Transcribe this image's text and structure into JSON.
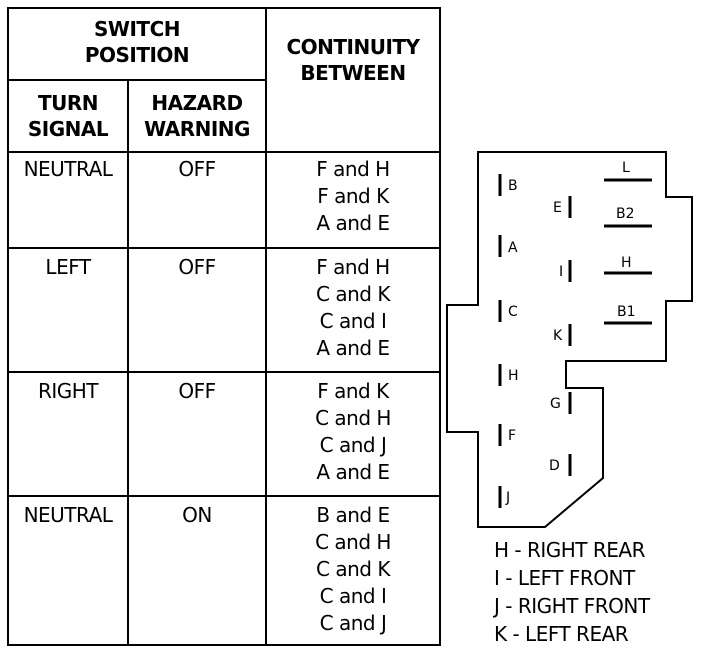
{
  "table": {
    "header": {
      "switch_position": "SWITCH\nPOSITION",
      "turn_signal": "TURN\nSIGNAL",
      "hazard_warning": "HAZARD\nWARNING",
      "continuity": "CONTINUITY\nBETWEEN"
    },
    "rows": [
      {
        "turn": "NEUTRAL",
        "hazard": "OFF",
        "continuity": "F and H\nF and K\nA and E"
      },
      {
        "turn": "LEFT",
        "hazard": "OFF",
        "continuity": "F and H\nC and K\nC and I\nA and E"
      },
      {
        "turn": "RIGHT",
        "hazard": "OFF",
        "continuity": "F and K\nC and H\nC and J\nA and E"
      },
      {
        "turn": "NEUTRAL",
        "hazard": "ON",
        "continuity": "B and E\nC and H\nC and K\nC and I\nC and J"
      }
    ]
  },
  "connector": {
    "pins": {
      "b": "B",
      "e": "E",
      "a": "A",
      "i": "I",
      "c": "C",
      "k": "K",
      "h": "H",
      "g": "G",
      "f": "F",
      "d": "D",
      "j": "J",
      "l": "L",
      "b2": "B2",
      "h_right": "H",
      "b1": "B1"
    }
  },
  "legend": [
    "H - RIGHT REAR",
    "I -  LEFT FRONT",
    "J -  RIGHT FRONT",
    "K - LEFT REAR"
  ]
}
